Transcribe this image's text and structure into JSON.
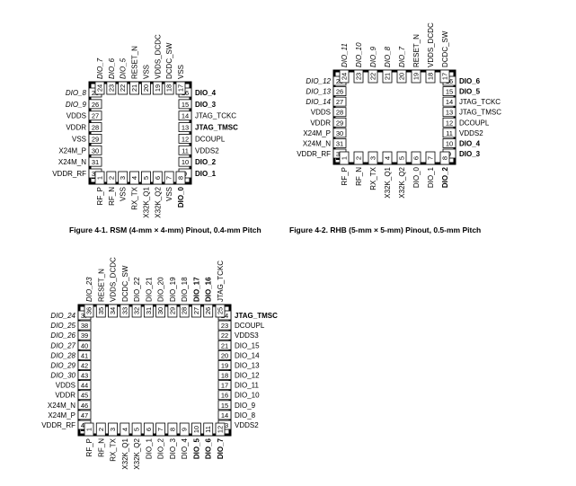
{
  "figures": [
    {
      "id": "rsm",
      "caption": "Figure 4-1. RSM (4-mm × 4-mm) Pinout, 0.4-mm Pitch",
      "left": [
        {
          "num": "25",
          "label": "DIO_8",
          "style": "italic"
        },
        {
          "num": "26",
          "label": "DIO_9",
          "style": "italic"
        },
        {
          "num": "27",
          "label": "VDDS",
          "style": "normal"
        },
        {
          "num": "28",
          "label": "VDDR",
          "style": "normal"
        },
        {
          "num": "29",
          "label": "VSS",
          "style": "normal"
        },
        {
          "num": "30",
          "label": "X24M_P",
          "style": "normal"
        },
        {
          "num": "31",
          "label": "X24M_N",
          "style": "normal"
        },
        {
          "num": "32",
          "label": "VDDR_RF",
          "style": "normal"
        }
      ],
      "right": [
        {
          "num": "16",
          "label": "DIO_4",
          "style": "bold"
        },
        {
          "num": "15",
          "label": "DIO_3",
          "style": "bold"
        },
        {
          "num": "14",
          "label": "JTAG_TCKC",
          "style": "normal"
        },
        {
          "num": "13",
          "label": "JTAG_TMSC",
          "style": "bold"
        },
        {
          "num": "12",
          "label": "DCOUPL",
          "style": "normal"
        },
        {
          "num": "11",
          "label": "VDDS2",
          "style": "normal"
        },
        {
          "num": "10",
          "label": "DIO_2",
          "style": "bold"
        },
        {
          "num": "9",
          "label": "DIO_1",
          "style": "bold"
        }
      ],
      "top": [
        {
          "num": "24",
          "label": "DIO_7",
          "style": "italic"
        },
        {
          "num": "23",
          "label": "DIO_6",
          "style": "italic"
        },
        {
          "num": "22",
          "label": "DIO_5",
          "style": "italic"
        },
        {
          "num": "21",
          "label": "RESET_N",
          "style": "normal"
        },
        {
          "num": "20",
          "label": "VSS",
          "style": "normal"
        },
        {
          "num": "19",
          "label": "VDDS_DCDC",
          "style": "normal"
        },
        {
          "num": "18",
          "label": "DCDC_SW",
          "style": "normal"
        },
        {
          "num": "17",
          "label": "VSS",
          "style": "normal"
        }
      ],
      "bottom": [
        {
          "num": "1",
          "label": "RF_P",
          "style": "normal"
        },
        {
          "num": "2",
          "label": "RF_N",
          "style": "normal"
        },
        {
          "num": "3",
          "label": "VSS",
          "style": "normal"
        },
        {
          "num": "4",
          "label": "RX_TX",
          "style": "normal"
        },
        {
          "num": "5",
          "label": "X32K_Q1",
          "style": "normal"
        },
        {
          "num": "6",
          "label": "X32K_Q2",
          "style": "normal"
        },
        {
          "num": "7",
          "label": "VSS",
          "style": "normal"
        },
        {
          "num": "8",
          "label": "DIO_0",
          "style": "bold"
        }
      ]
    },
    {
      "id": "rhb",
      "caption": "Figure 4-2. RHB (5-mm × 5-mm) Pinout, 0.5-mm Pitch",
      "left": [
        {
          "num": "25",
          "label": "DIO_12",
          "style": "italic"
        },
        {
          "num": "26",
          "label": "DIO_13",
          "style": "italic"
        },
        {
          "num": "27",
          "label": "DIO_14",
          "style": "italic"
        },
        {
          "num": "28",
          "label": "VDDS",
          "style": "normal"
        },
        {
          "num": "29",
          "label": "VDDR",
          "style": "normal"
        },
        {
          "num": "30",
          "label": "X24M_P",
          "style": "normal"
        },
        {
          "num": "31",
          "label": "X24M_N",
          "style": "normal"
        },
        {
          "num": "32",
          "label": "VDDR_RF",
          "style": "normal"
        }
      ],
      "right": [
        {
          "num": "16",
          "label": "DIO_6",
          "style": "bold"
        },
        {
          "num": "15",
          "label": "DIO_5",
          "style": "bold"
        },
        {
          "num": "14",
          "label": "JTAG_TCKC",
          "style": "normal"
        },
        {
          "num": "13",
          "label": "JTAG_TMSC",
          "style": "normal"
        },
        {
          "num": "12",
          "label": "DCOUPL",
          "style": "normal"
        },
        {
          "num": "11",
          "label": "VDDS2",
          "style": "normal"
        },
        {
          "num": "10",
          "label": "DIO_4",
          "style": "bold"
        },
        {
          "num": "9",
          "label": "DIO_3",
          "style": "bold"
        }
      ],
      "top": [
        {
          "num": "24",
          "label": "DIO_11",
          "style": "italic"
        },
        {
          "num": "23",
          "label": "DIO_10",
          "style": "italic"
        },
        {
          "num": "22",
          "label": "DIO_9",
          "style": "italic"
        },
        {
          "num": "21",
          "label": "DIO_8",
          "style": "italic"
        },
        {
          "num": "20",
          "label": "DIO_7",
          "style": "italic"
        },
        {
          "num": "19",
          "label": "RESET_N",
          "style": "normal"
        },
        {
          "num": "18",
          "label": "VDDS_DCDC",
          "style": "normal"
        },
        {
          "num": "17",
          "label": "DCDC_SW",
          "style": "normal"
        }
      ],
      "bottom": [
        {
          "num": "1",
          "label": "RF_P",
          "style": "normal"
        },
        {
          "num": "2",
          "label": "RF_N",
          "style": "normal"
        },
        {
          "num": "3",
          "label": "RX_TX",
          "style": "normal"
        },
        {
          "num": "4",
          "label": "X32K_Q1",
          "style": "normal"
        },
        {
          "num": "5",
          "label": "X32K_Q2",
          "style": "normal"
        },
        {
          "num": "6",
          "label": "DIO_0",
          "style": "normal"
        },
        {
          "num": "7",
          "label": "DIO_1",
          "style": "normal"
        },
        {
          "num": "8",
          "label": "DIO_2",
          "style": "bold"
        }
      ]
    },
    {
      "id": "rge",
      "caption": "",
      "left": [
        {
          "num": "37",
          "label": "DIO_24",
          "style": "italic"
        },
        {
          "num": "38",
          "label": "DIO_25",
          "style": "italic"
        },
        {
          "num": "39",
          "label": "DIO_26",
          "style": "italic"
        },
        {
          "num": "40",
          "label": "DIO_27",
          "style": "italic"
        },
        {
          "num": "41",
          "label": "DIO_28",
          "style": "italic"
        },
        {
          "num": "42",
          "label": "DIO_29",
          "style": "italic"
        },
        {
          "num": "43",
          "label": "DIO_30",
          "style": "italic"
        },
        {
          "num": "44",
          "label": "VDDS",
          "style": "normal"
        },
        {
          "num": "45",
          "label": "VDDR",
          "style": "normal"
        },
        {
          "num": "46",
          "label": "X24M_N",
          "style": "normal"
        },
        {
          "num": "47",
          "label": "X24M_P",
          "style": "normal"
        },
        {
          "num": "48",
          "label": "VDDR_RF",
          "style": "normal"
        }
      ],
      "right": [
        {
          "num": "24",
          "label": "JTAG_TMSC",
          "style": "bold"
        },
        {
          "num": "23",
          "label": "DCOUPL",
          "style": "normal"
        },
        {
          "num": "22",
          "label": "VDDS3",
          "style": "normal"
        },
        {
          "num": "21",
          "label": "DIO_15",
          "style": "normal"
        },
        {
          "num": "20",
          "label": "DIO_14",
          "style": "normal"
        },
        {
          "num": "19",
          "label": "DIO_13",
          "style": "normal"
        },
        {
          "num": "18",
          "label": "DIO_12",
          "style": "normal"
        },
        {
          "num": "17",
          "label": "DIO_11",
          "style": "normal"
        },
        {
          "num": "16",
          "label": "DIO_10",
          "style": "normal"
        },
        {
          "num": "15",
          "label": "DIO_9",
          "style": "normal"
        },
        {
          "num": "14",
          "label": "DIO_8",
          "style": "normal"
        },
        {
          "num": "13",
          "label": "VDDS2",
          "style": "normal"
        }
      ],
      "top": [
        {
          "num": "36",
          "label": "DIO_23",
          "style": "italic"
        },
        {
          "num": "35",
          "label": "RESET_N",
          "style": "normal"
        },
        {
          "num": "34",
          "label": "VDDS_DCDC",
          "style": "normal"
        },
        {
          "num": "33",
          "label": "DCDC_SW",
          "style": "normal"
        },
        {
          "num": "32",
          "label": "DIO_22",
          "style": "normal"
        },
        {
          "num": "31",
          "label": "DIO_21",
          "style": "normal"
        },
        {
          "num": "30",
          "label": "DIO_20",
          "style": "normal"
        },
        {
          "num": "29",
          "label": "DIO_19",
          "style": "normal"
        },
        {
          "num": "28",
          "label": "DIO_18",
          "style": "normal"
        },
        {
          "num": "27",
          "label": "DIO_17",
          "style": "bold"
        },
        {
          "num": "26",
          "label": "DIO_16",
          "style": "bold"
        },
        {
          "num": "25",
          "label": "JTAG_TCKC",
          "style": "normal"
        }
      ],
      "bottom": [
        {
          "num": "1",
          "label": "RF_P",
          "style": "normal"
        },
        {
          "num": "2",
          "label": "RF_N",
          "style": "normal"
        },
        {
          "num": "3",
          "label": "RX_TX",
          "style": "normal"
        },
        {
          "num": "4",
          "label": "X32K_Q1",
          "style": "normal"
        },
        {
          "num": "5",
          "label": "X32K_Q2",
          "style": "normal"
        },
        {
          "num": "6",
          "label": "DIO_1",
          "style": "normal"
        },
        {
          "num": "7",
          "label": "DIO_2",
          "style": "normal"
        },
        {
          "num": "8",
          "label": "DIO_3",
          "style": "normal"
        },
        {
          "num": "9",
          "label": "DIO_4",
          "style": "normal"
        },
        {
          "num": "10",
          "label": "DIO_5",
          "style": "bold"
        },
        {
          "num": "11",
          "label": "DIO_6",
          "style": "bold"
        },
        {
          "num": "12",
          "label": "DIO_7",
          "style": "bold"
        }
      ]
    }
  ]
}
